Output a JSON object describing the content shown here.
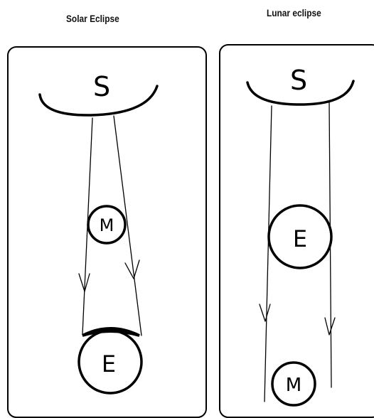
{
  "diagram": {
    "solar_eclipse": {
      "title": "Solar Eclipse",
      "sun_label": "S",
      "moon_label": "M",
      "earth_label": "E"
    },
    "lunar_eclipse": {
      "title": "Lunar eclipse",
      "sun_label": "S",
      "earth_label": "E",
      "moon_label": "M"
    }
  }
}
